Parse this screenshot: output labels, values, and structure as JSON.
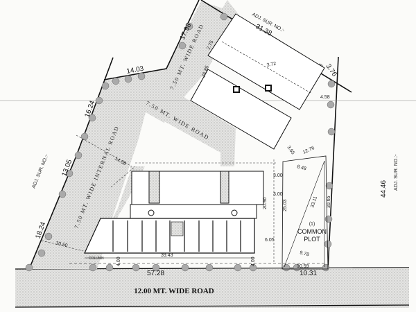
{
  "drawing": {
    "main_road": "12.00 MT. WIDE ROAD",
    "internal_road": "7.50 MT. WIDE INTERNAL ROAD",
    "road_upper": "7.50 MT. WIDE ROAD",
    "road_middle": "7.50 MT. WIDE ROAD",
    "adjacent_top": "ADJ. SUR. NO.:-",
    "adjacent_left": "ADJ. SUR. NO.:-",
    "adjacent_right": "ADJ. SUR. NO.:-",
    "common_plot_number": "(1)",
    "common_plot_line1": "COMMON",
    "common_plot_line2": "PLOT",
    "column_label": "COLUMN",
    "dimensions": {
      "top_edge": "31.38",
      "left_upper": "17.98",
      "left_notch": "14.03",
      "left_mid": "16.24",
      "left_lower1": "13.05",
      "left_lower2": "18.24",
      "right_corner": "3.76",
      "right_edge": "44.46",
      "bottom_main": "57.28",
      "bottom_right": "10.31",
      "bottom_right_inner": "10.59",
      "block_length": "39.43",
      "block_depth": "20.90",
      "setback_side": "6.05",
      "gap1": "3.00",
      "gap2": "3.00",
      "plot_depth": "25.03",
      "diag1": "33.11",
      "diag2": "30.65",
      "diag3": "8.48",
      "diag4": "9.78",
      "diag5": "12.76",
      "offset1": "10.50",
      "offset2": "14.08",
      "offset3": "4.58",
      "offset4": "3.65",
      "offset5": "3.72",
      "offset6": "26.85",
      "offset7": "2.75",
      "offset8": "4.00",
      "offset9": "4.00"
    }
  }
}
